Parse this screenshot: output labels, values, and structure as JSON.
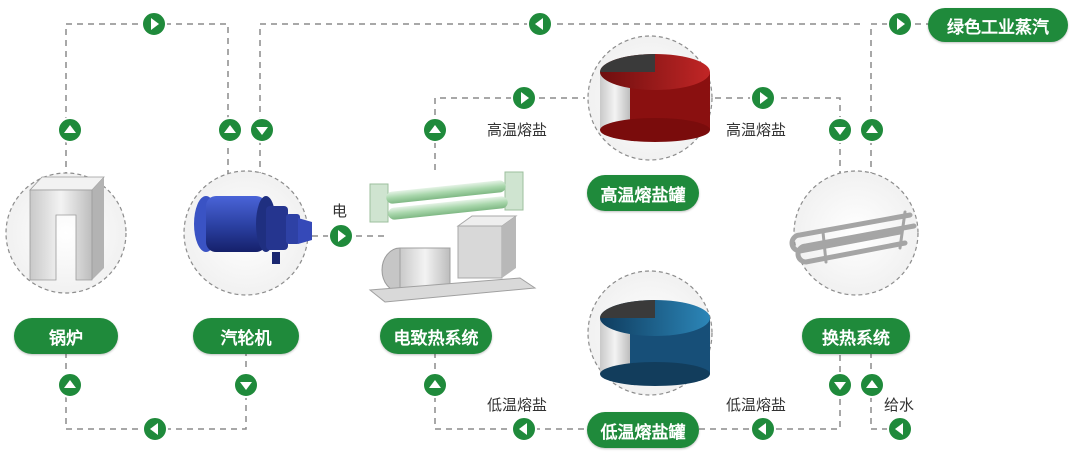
{
  "nodes": {
    "boiler": "锅炉",
    "turbine": "汽轮机",
    "electric_heating": "电致热系统",
    "hot_tank": "高温熔盐罐",
    "cold_tank": "低温熔盐罐",
    "heat_exchange": "换热系统"
  },
  "output_label": "绿色工业蒸汽",
  "flows": {
    "electricity": "电",
    "hot_salt_left": "高温熔盐",
    "hot_salt_right": "高温熔盐",
    "cold_salt_left": "低温熔盐",
    "cold_salt_right": "低温熔盐",
    "feed_water": "给水"
  },
  "colors": {
    "accent_green": "#1f8a3b",
    "dashed_line": "#8c8c8c",
    "hot_salt": "#9b1a1a",
    "cold_salt": "#1a5a86",
    "turbine_blue": "#2a3fa0"
  },
  "icons": [
    "boiler-icon",
    "turbine-icon",
    "electric-heater-icon",
    "hot-tank-icon",
    "cold-tank-icon",
    "heat-exchanger-icon",
    "arrow-right-icon",
    "arrow-left-icon",
    "arrow-up-icon",
    "arrow-down-icon"
  ]
}
